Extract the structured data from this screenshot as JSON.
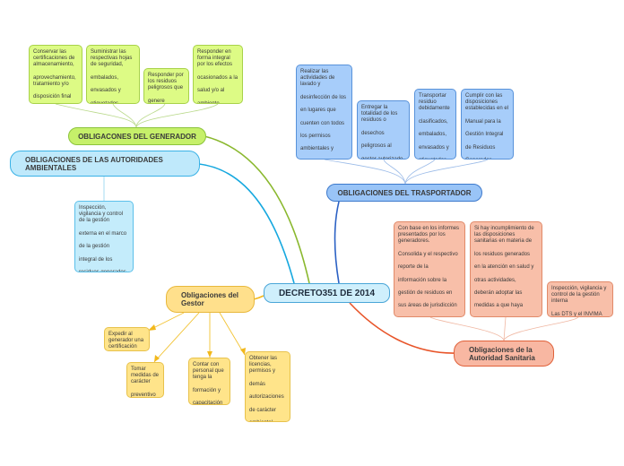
{
  "center": "DECRETO351 DE 2014",
  "generador": {
    "title": "OBLIGACONES DEL GENERADOR",
    "items": [
      "Conservar las certificaciones de almacenamiento,\n\naprovechamiento, tratamiento y/o\n\ndisposición final",
      "Suministrar las respectivas hojas de seguridad,\n\nembalados,\n\nenvasados y\n\netiquetados",
      "Responder por los residuos peligrosos que\n\ngenere",
      "Responder en forma integral por los efectos\n\nocasionados a la\n\nsalud y/o al\n\nambiente"
    ]
  },
  "autoridades": {
    "title": "OBLIGACIONES DE LAS AUTORIDADES AMBIENTALES",
    "items": [
      "Inspección, vigilancia y control de la gestión\n\nexterna en el marco\n\nde la gestión\n\nintegral de los\n\nresiduos generados"
    ]
  },
  "trasportador": {
    "title": "OBLIGACIONES DEL TRASPORTADOR",
    "items": [
      "Realizar las actividades de lavado y\n\ndesinfección de los\n\nen lugares que\n\ncuenten con todos\n\nlos permisos\n\nambientales y\n\nsanitarios",
      "Entregar la totalidad de los residuos o\n\ndesechos\n\npeligrosos al\n\ngestor autorizado",
      "Transportar residuo debidamente\n\nclasificados,\n\nembalados,\n\nenvasados y\n\netiquetados",
      "Cumplir con las disposiciones establecidas en el\n\nManual para la\n\nGestión Integral\n\nde Residuos\n\nGenerados"
    ]
  },
  "sanitaria": {
    "title": "Obligaciones de la Autoridad Sanitaria",
    "items": [
      "Con base en los informes presentados por los generadores.\n\nConsolida y el respectivo\n\nreporte de la\n\ninformación sobre la\n\ngestión de residuos en\n\nsus áreas de jurisdicción\n\ncada año",
      "Si hay incumplimiento de las disposiciones sanitarias en materia de\n\nlos residuos generados\n\nen la atención en salud y\n\notras actividades,\n\ndeberán adoptar las\n\nmedidas a que haya\n\nlugar",
      "Inspección, vigilancia y control de la gestión interna\n\nLas DTS y el INVIMA"
    ]
  },
  "gestor": {
    "title": "Obligaciones del Gestor",
    "items": [
      "Expedir al generador una certificación",
      "Tomar medidas de carácter\n\npreventivo",
      "Contar con personal que tenga la\n\nformación y\n\ncapacitación",
      "Obtener las licencias, permisos y\n\ndemás\n\nautorizaciones\n\nde carácter\n\nambiental"
    ]
  },
  "colors": {
    "generador": "#8ab82e",
    "autoridades": "#16a8df",
    "trasportador": "#2b61c4",
    "sanitaria": "#e8552a",
    "gestor": "#f2b81c"
  }
}
